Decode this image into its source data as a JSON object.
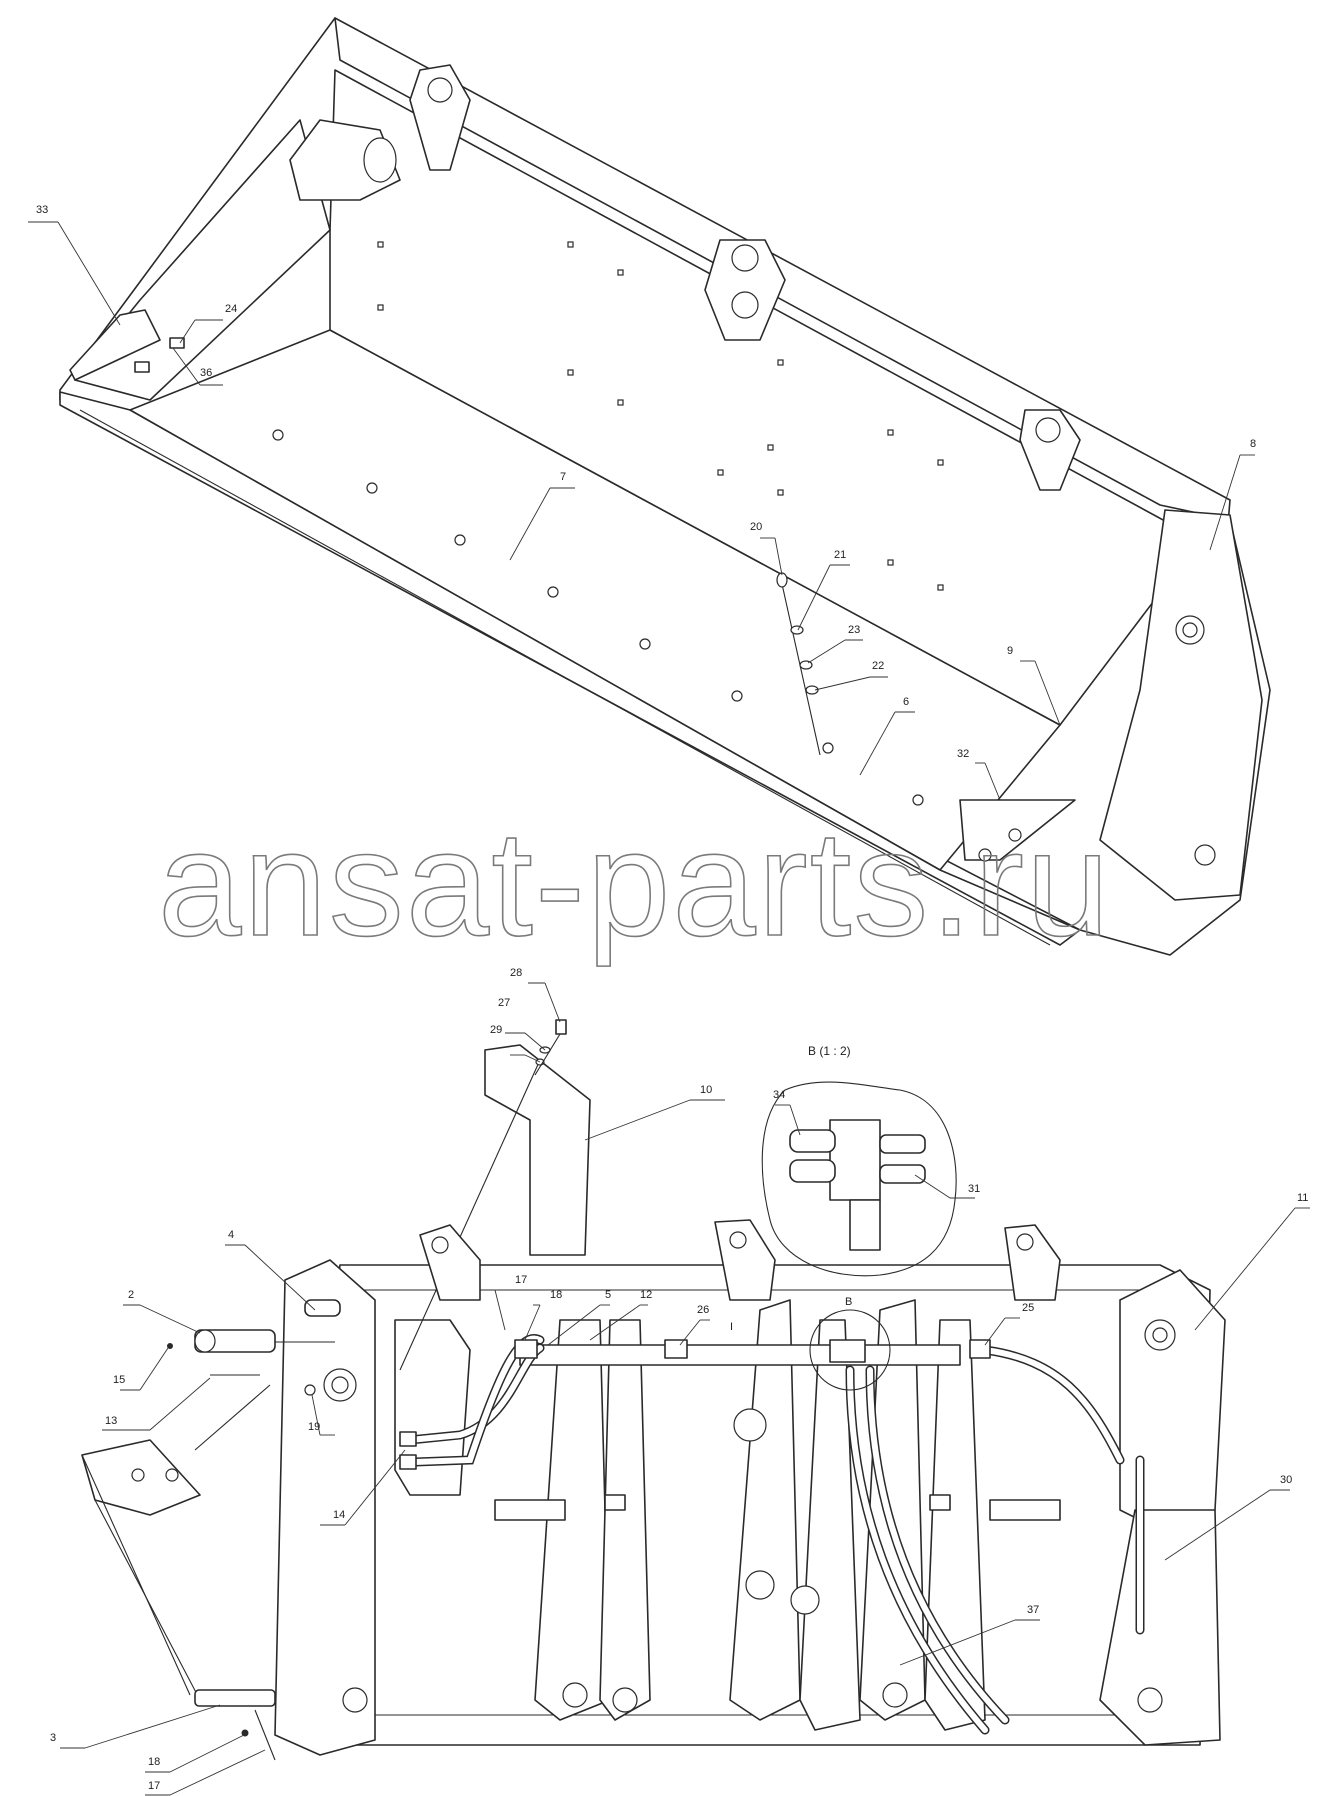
{
  "watermark": "ansat-parts.ru",
  "detail_title": "B (1 : 2)",
  "detail_marker": "B",
  "section_marker": "I",
  "callouts": {
    "top": [
      "33",
      "24",
      "36",
      "7",
      "20",
      "21",
      "23",
      "22",
      "6",
      "9",
      "32",
      "8"
    ],
    "bottom": [
      "28",
      "27",
      "29",
      "10",
      "34",
      "31",
      "11",
      "4",
      "2",
      "15",
      "13",
      "19",
      "14",
      "17",
      "18",
      "5",
      "12",
      "26",
      "25",
      "30",
      "37",
      "3",
      "18",
      "17"
    ]
  },
  "colors": {
    "line": "#2a2a2a",
    "watermark": "#7a7a7a",
    "background": "#ffffff"
  }
}
